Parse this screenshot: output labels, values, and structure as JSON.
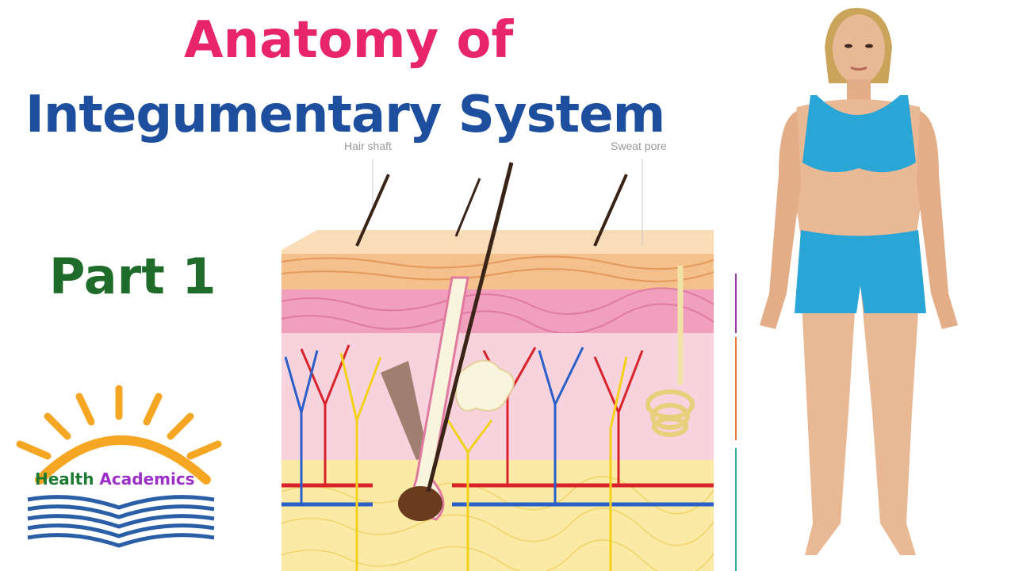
{
  "title": {
    "line1": "Anatomy of",
    "line2": "Integumentary System"
  },
  "subtitle": "Part 1",
  "diagram_labels": {
    "hair_shaft": "Hair shaft",
    "sweat_pore": "Sweat pore"
  },
  "logo": {
    "word1": "Health",
    "word2": "Academics"
  },
  "colors": {
    "title_pink": "#e8246a",
    "title_blue": "#1d4f9e",
    "part_green": "#1f6b2a",
    "logo_orange": "#f5a623",
    "logo_blue": "#2a5fa8",
    "swimsuit": "#2aa6d6"
  }
}
